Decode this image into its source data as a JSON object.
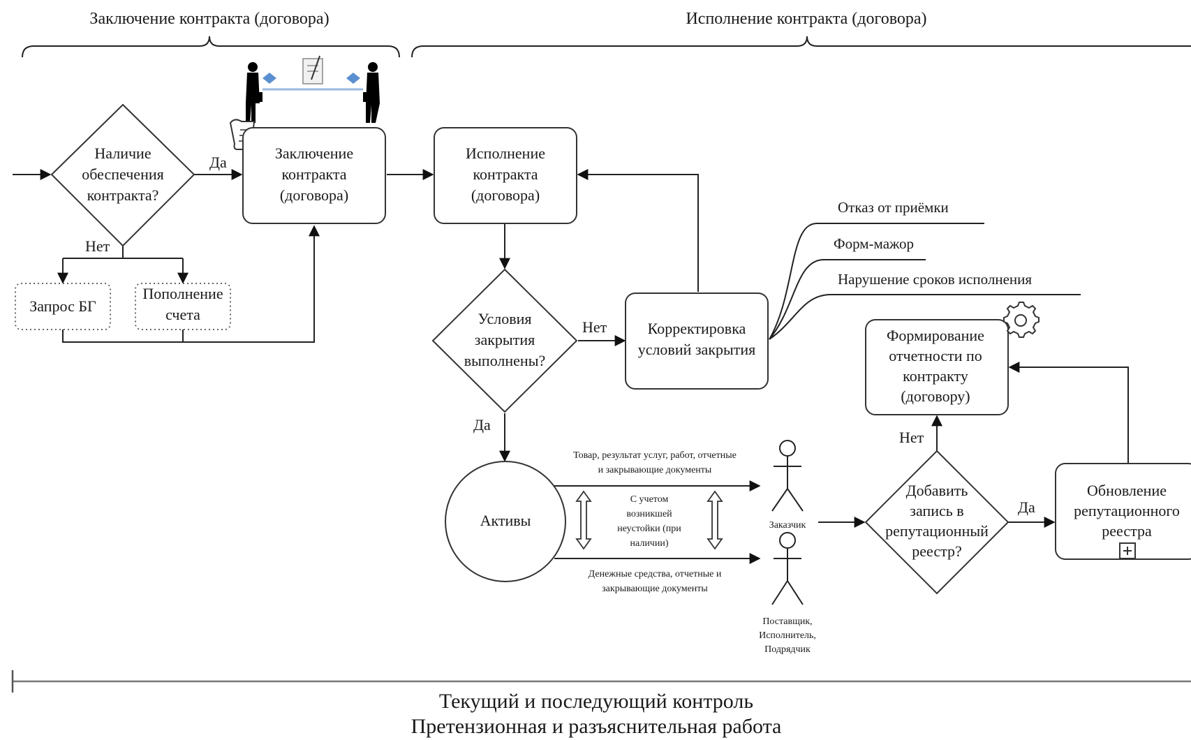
{
  "phases": {
    "conclusion": "Заключение контракта (договора)",
    "execution": "Исполнение контракта (договора)"
  },
  "nodes": {
    "security_check": [
      "Наличие",
      "обеспечения",
      "контракта?"
    ],
    "contract_conclusion": [
      "Заключение",
      "контракта",
      "(договора)"
    ],
    "bank_guarantee": "Запрос БГ",
    "account_topup": [
      "Пополнение",
      "счета"
    ],
    "contract_execution": [
      "Исполнение",
      "контракта",
      "(договора)"
    ],
    "closing_conditions": [
      "Условия",
      "закрытия",
      "выполнены?"
    ],
    "closing_correction": [
      "Корректировка",
      "условий закрытия"
    ],
    "assets": "Активы",
    "reporting": [
      "Формирование",
      "отчетности по",
      "контракту",
      "(договору)"
    ],
    "add_reputation": [
      "Добавить",
      "запись в",
      "репутационный",
      "реестр?"
    ],
    "update_reputation": [
      "Обновление",
      "репутационного",
      "реестра"
    ]
  },
  "edge_labels": {
    "yes": "Да",
    "no": "Нет"
  },
  "reasons": [
    "Отказ от приёмки",
    "Форм-мажор",
    "Нарушение сроков исполнения"
  ],
  "flows": {
    "goods": [
      "Товар, результат услуг, работ, отчетные",
      "и закрывающие документы"
    ],
    "penalty": [
      "С учетом",
      "возникшей",
      "неустойки (при",
      "наличии)"
    ],
    "money": [
      "Денежные средства, отчетные и",
      "закрывающие документы"
    ]
  },
  "actors": {
    "customer": "Заказчик",
    "supplier": [
      "Поставщик,",
      "Исполнитель,",
      "Подрядчик"
    ]
  },
  "footer": {
    "line1": "Текущий и последующий контроль",
    "line2": "Претензионная и разъяснительная работа"
  }
}
